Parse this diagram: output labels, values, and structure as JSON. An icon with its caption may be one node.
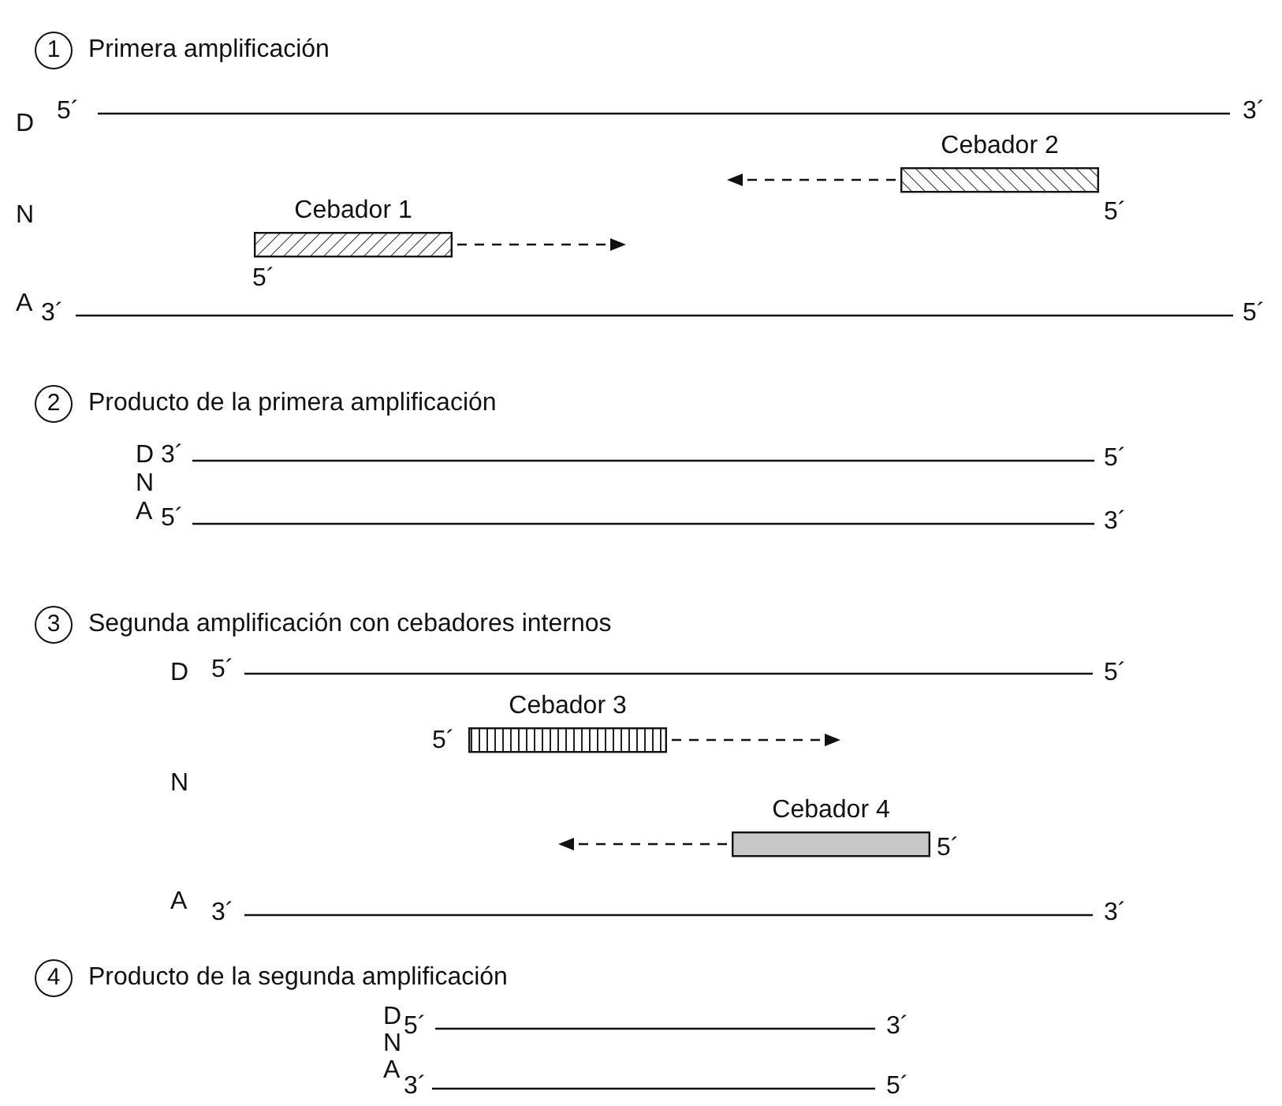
{
  "diagram": {
    "nodes": [
      {
        "text": [
          "1"
        ],
        "beside": [
          "Primera amplificación"
        ]
      },
      {
        "text": [
          "Cebador 2"
        ],
        "beside": [
          "5´"
        ]
      },
      {
        "text": [
          "Cebador 1"
        ],
        "beside": [
          "5´"
        ]
      },
      {
        "text": [
          "2"
        ],
        "beside": [
          "Producto de la primera amplificación"
        ]
      },
      {
        "text": [
          "3"
        ],
        "beside": [
          "Segunda amplificación con cebadores internos"
        ]
      },
      {
        "text": [
          "Cebador 3"
        ],
        "beside": [
          "5´"
        ]
      },
      {
        "text": [
          "Cebador 4"
        ],
        "beside": [
          "5´"
        ]
      },
      {
        "text": [
          "4"
        ],
        "beside": [
          "Producto de la segunda amplificación"
        ]
      }
    ],
    "edges": [
      {
        "from": 1,
        "to": null,
        "arrow": "to",
        "style": "dashed"
      },
      {
        "from": 2,
        "to": null,
        "arrow": "to",
        "style": "dashed"
      },
      {
        "from": 5,
        "to": null,
        "arrow": "to",
        "style": "dashed"
      },
      {
        "from": 6,
        "to": null,
        "arrow": "to",
        "style": "dashed"
      }
    ],
    "labels": [
      "D",
      "5´",
      "3´",
      "N",
      "A",
      "3´",
      "5´",
      "D",
      "3´",
      "5´",
      "N",
      "A",
      "5´",
      "3´",
      "D",
      "5´",
      "5´",
      "N",
      "A",
      "3´",
      "3´",
      "D",
      "5´",
      "3´",
      "N",
      "A",
      "3´",
      "5´"
    ]
  }
}
